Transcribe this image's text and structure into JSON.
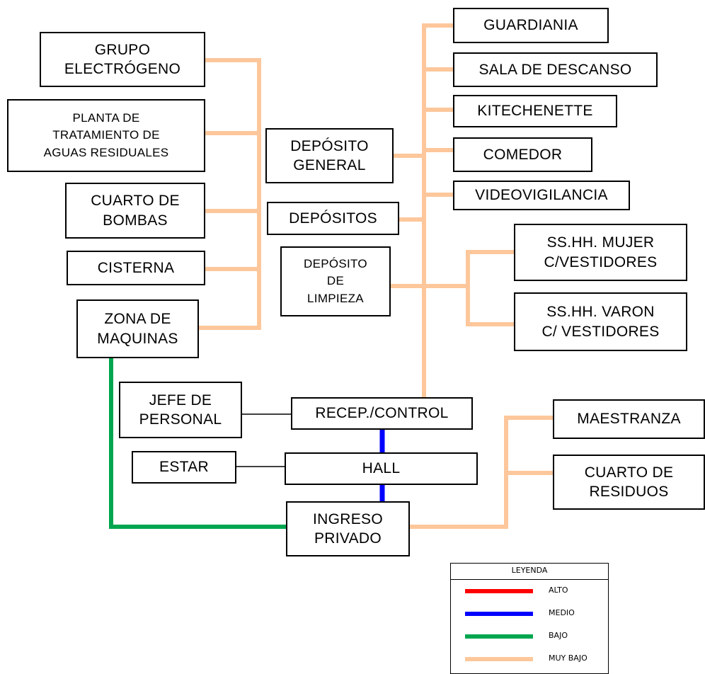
{
  "colors": {
    "alto": "#ff0000",
    "medio": "#0000ff",
    "bajo": "#00a64f",
    "muy_bajo": "#fdc79b",
    "thin": "#000000"
  },
  "nodes": {
    "grupo_electrogeno": "GRUPO\nELECTRÓGENO",
    "planta_tratamiento": "PLANTA DE\nTRATAMIENTO DE\nAGUAS RESIDUALES",
    "cuarto_bombas": "CUARTO DE\nBOMBAS",
    "cisterna": "CISTERNA",
    "zona_maquinas": "ZONA DE\nMAQUINAS",
    "deposito_general": "DEPÓSITO\nGENERAL",
    "depositos": "DEPÓSITOS",
    "deposito_limpieza": "DEPÓSITO\nDE\nLIMPIEZA",
    "guardiania": "GUARDIANIA",
    "sala_descanso": "SALA DE DESCANSO",
    "kitechenette": "KITECHENETTE",
    "comedor": "COMEDOR",
    "videovigilancia": "VIDEOVIGILANCIA",
    "sshh_mujer": "SS.HH. MUJER\nC/VESTIDORES",
    "sshh_varon": "SS.HH. VARON\nC/ VESTIDORES",
    "jefe_personal": "JEFE DE\nPERSONAL",
    "recepcion_control": "RECEP./CONTROL",
    "estar": "ESTAR",
    "hall": "HALL",
    "ingreso_privado": "INGRESO\nPRIVADO",
    "maestranza": "MAESTRANZA",
    "cuarto_residuos": "CUARTO DE\nRESIDUOS"
  },
  "legend": {
    "title": "LEYENDA",
    "items": [
      {
        "label": "ALTO",
        "color": "#ff0000"
      },
      {
        "label": "MEDIO",
        "color": "#0000ff"
      },
      {
        "label": "BAJO",
        "color": "#00a64f"
      },
      {
        "label": "MUY BAJO",
        "color": "#fdc79b"
      }
    ]
  }
}
